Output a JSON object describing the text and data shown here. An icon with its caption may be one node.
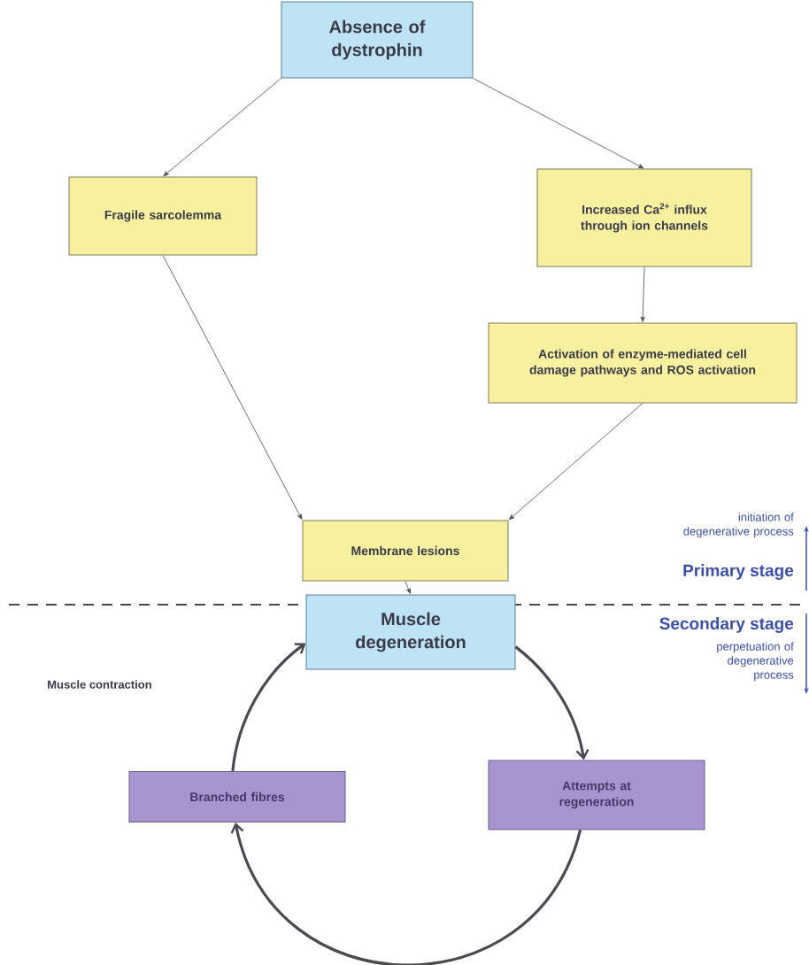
{
  "diagram": {
    "nodes": [
      {
        "text": [
          "Absence of dystrophin"
        ]
      },
      {
        "text": [
          "Fragile sarcolemma"
        ]
      },
      {
        "text": [
          "Increased Ca$^{2+}$ influx through ion channels"
        ]
      },
      {
        "text": [
          "Activation of enzyme-mediated cell damage pathways and ROS activation"
        ]
      },
      {
        "text": [
          "Membrane lesions"
        ]
      },
      {
        "text": [
          "Muscle degeneration"
        ]
      },
      {
        "text": [
          "Attempts at regeneration"
        ]
      },
      {
        "text": [
          "Branched fibres"
        ]
      }
    ],
    "edges": [
      {
        "from": 0,
        "to": 1,
        "arrow": "to"
      },
      {
        "from": 0,
        "to": 2,
        "arrow": "to"
      },
      {
        "from": 2,
        "to": 3,
        "arrow": "to"
      },
      {
        "from": 1,
        "to": 4,
        "arrow": "to"
      },
      {
        "from": 3,
        "to": 4,
        "arrow": "to"
      },
      {
        "from": 4,
        "to": 5,
        "arrow": "to"
      },
      {
        "from": 5,
        "to": 6,
        "arrow": "to",
        "style": "thick"
      },
      {
        "from": 6,
        "to": 7,
        "arrow": "to",
        "style": "thick"
      },
      {
        "from": 7,
        "to": 5,
        "arrow": "to",
        "style": "thick"
      }
    ],
    "labels": [
      "initiation of degenerative process",
      "Primary stage",
      "Secondary stage",
      "perpetuation of degenerative process",
      "Muscle contraction"
    ]
  }
}
